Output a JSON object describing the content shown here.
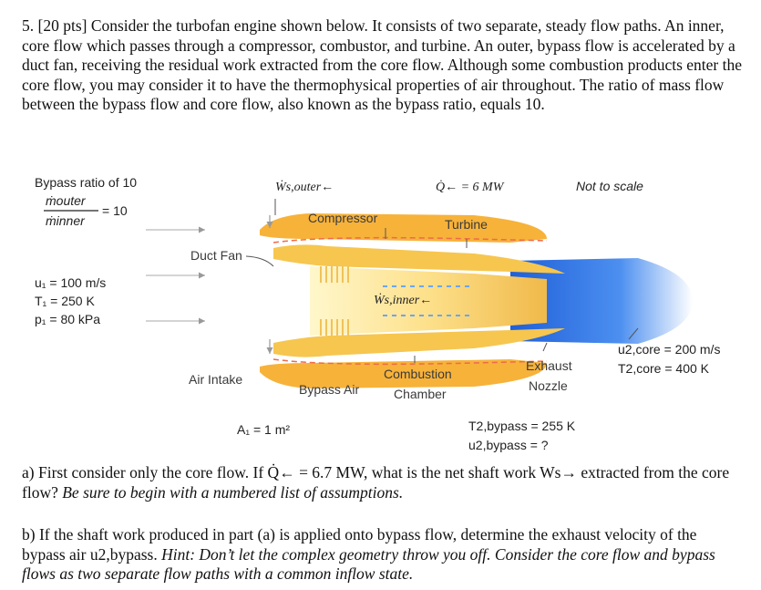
{
  "problem": {
    "intro": "5. [20 pts] Consider the turbofan engine shown below. It consists of two separate, steady flow paths. An inner, core flow which passes through a compressor, combustor, and turbine. An outer, bypass flow is accelerated by a duct fan, receiving the residual work extracted from the core flow. Although some combustion products enter the core flow, you may consider it to have the thermophysical properties of air throughout. The ratio of mass flow between the bypass flow and core flow, also known as the bypass ratio, equals 10.",
    "part_a_text": "a) First consider only the core flow. If Q̇← = 6.7 MW, what is the net shaft work Ws→ extracted from the core flow?",
    "part_a_italic": "Be sure to begin with a numbered list of assumptions.",
    "part_b_text": "b) If the shaft work produced in part (a) is applied onto bypass flow, determine the exhaust velocity of the bypass air u2,bypass.",
    "part_b_italic": "Hint: Don’t let the complex geometry throw you off. Consider the core flow and bypass flows as two separate flow paths with a common inflow state."
  },
  "diagram": {
    "bypass_ratio_title": "Bypass ratio of 10",
    "ratio_numerator": "ṁouter",
    "ratio_denominator": "ṁinner",
    "ratio_value": "= 10",
    "ws_outer": "Ẇs,outer←",
    "q_dot": "Q̇← = 6 MW",
    "not_to_scale": "Not to scale",
    "compressor": "Compressor",
    "turbine": "Turbine",
    "duct_fan": "Duct Fan",
    "u1": "u₁ = 100 m/s",
    "t1": "T₁ = 250 K",
    "p1": "p₁ = 80 kPa",
    "ws_inner": "Ẇs,inner←",
    "u2_core": "u2,core = 200 m/s",
    "t2_core": "T2,core = 400 K",
    "air_intake": "Air Intake",
    "bypass_air": "Bypass Air",
    "combustion": "Combustion",
    "chamber": "Chamber",
    "exhaust": "Exhaust",
    "nozzle": "Nozzle",
    "a1": "A₁ = 1 m²",
    "t2_bypass": "T2,bypass = 255 K",
    "u2_bypass": "u2,bypass = ?"
  },
  "colors": {
    "nacelle": "#f7b23a",
    "core_casing": "#f6c64f",
    "exhaust_blue": "#3b82e6",
    "flow_lines": "#ee6a4a",
    "arrow_gray": "#b8b8b8"
  }
}
